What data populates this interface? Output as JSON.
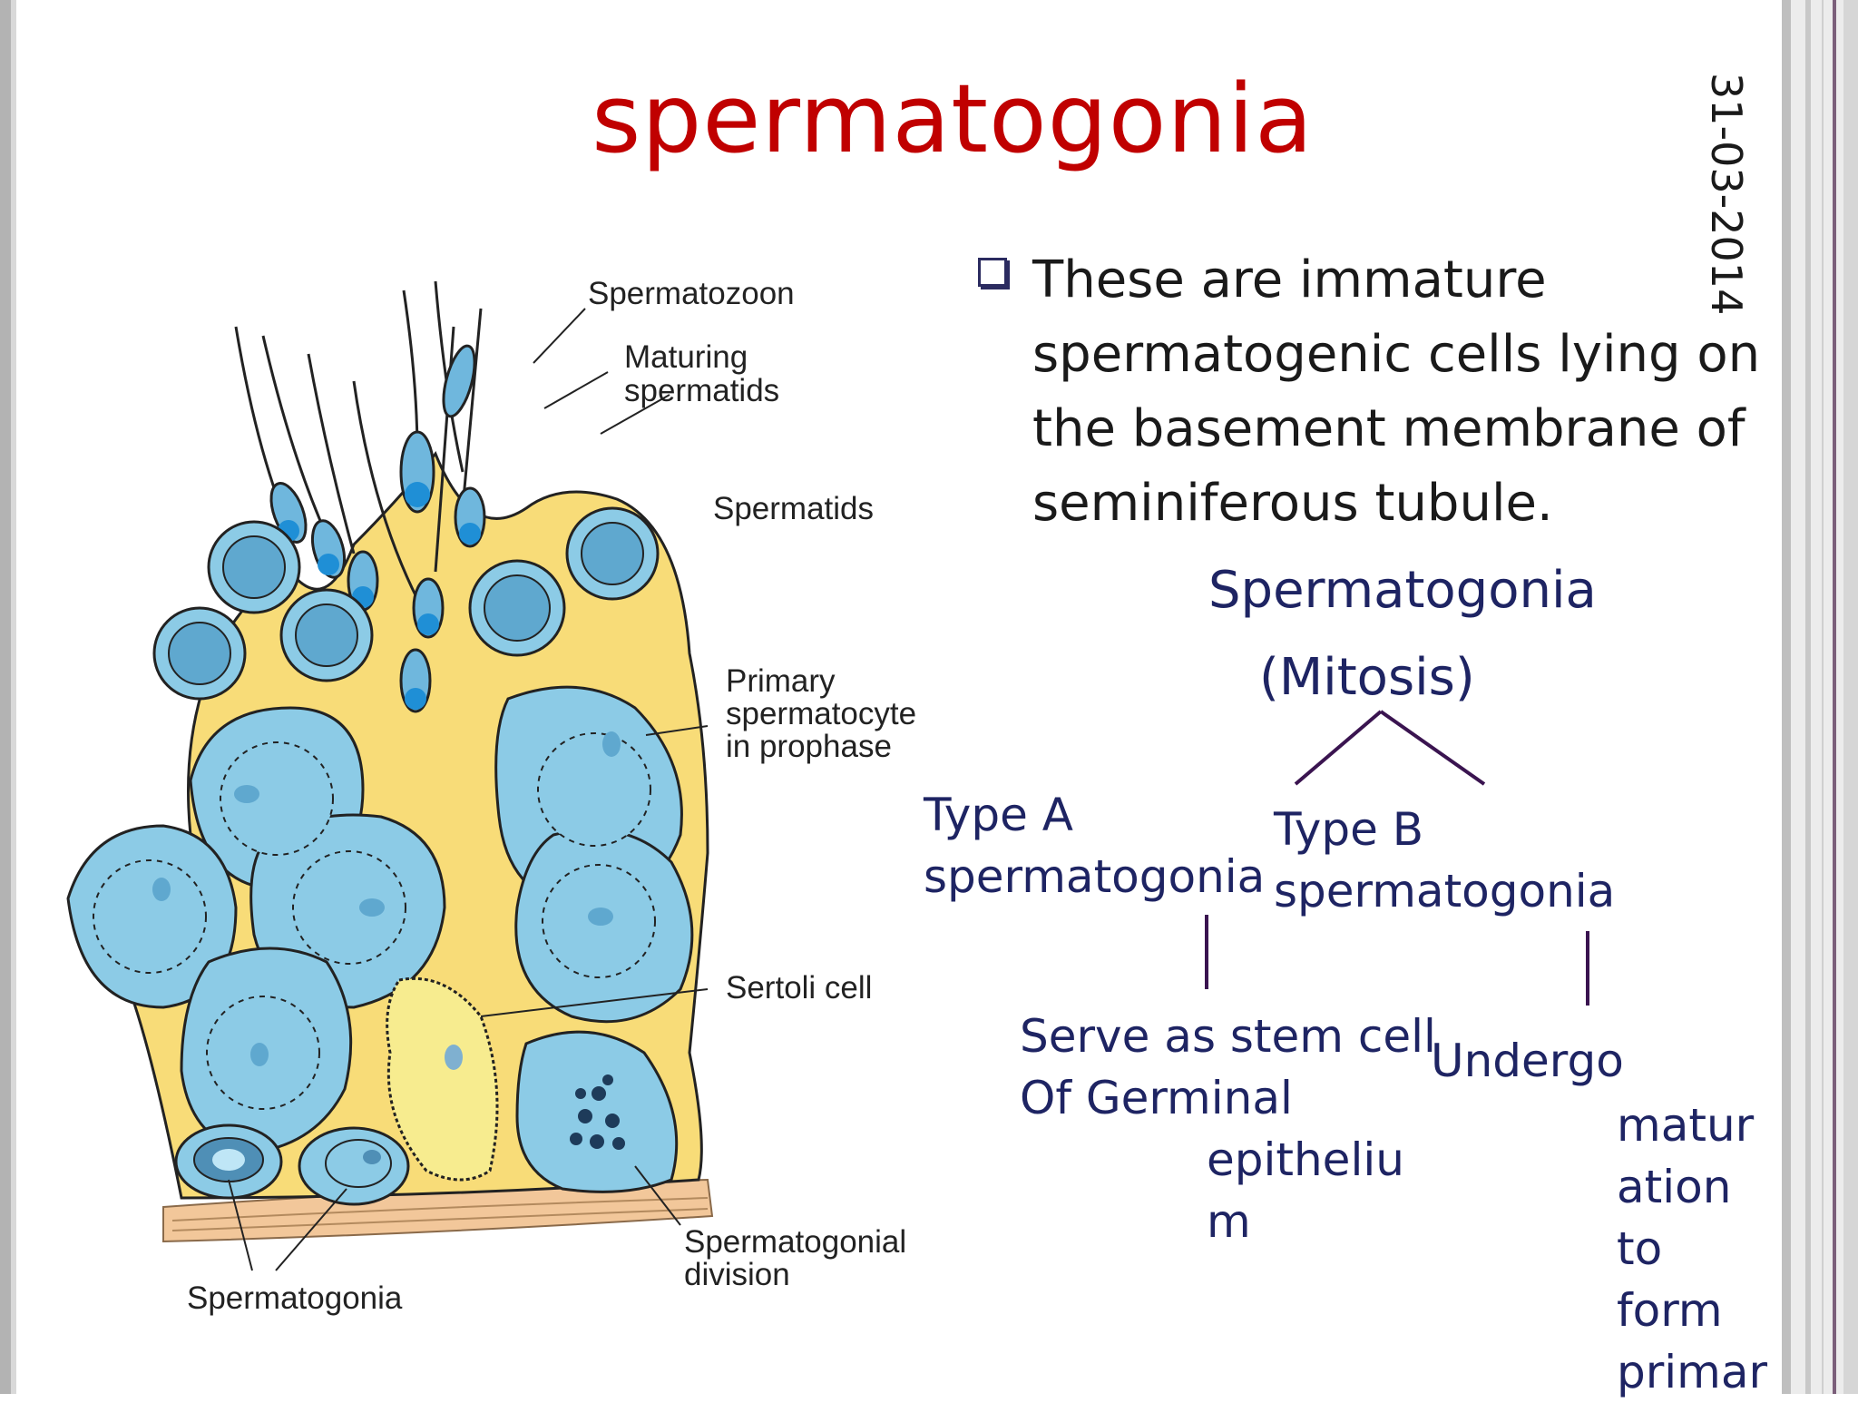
{
  "slide": {
    "title": "spermatogonia",
    "date": "31-03-2014",
    "bullet": "These are immature spermatogenic cells lying on the basement membrane of seminiferous tubule."
  },
  "diagram": {
    "labels": {
      "spermatozoon": "Spermatozoon",
      "maturing_1": "Maturing",
      "maturing_2": "spermatids",
      "spermatids": "Spermatids",
      "primary_1": "Primary",
      "primary_2": "spermatocyte",
      "primary_3": "in prophase",
      "sertoli": "Sertoli cell",
      "division_1": "Spermatogonial",
      "division_2": "division",
      "spermatogonia": "Spermatogonia"
    }
  },
  "tree": {
    "root": "Spermatogonia",
    "process": "(Mitosis)",
    "type_a": [
      "Type A",
      "spermatogonia"
    ],
    "type_b": [
      "Type B",
      "spermatogonia"
    ],
    "stem": [
      "Serve as stem cell",
      "Of Germinal",
      "epitheliu",
      "m"
    ],
    "undergo": "Undergo",
    "maturation": [
      "matur",
      "ation",
      "to",
      "form",
      "primar"
    ]
  },
  "colors": {
    "title": "#c00000",
    "tree_text": "#1e2463",
    "connector": "#3a1450",
    "cell_fill": "#8ccbe6",
    "cytoplasm": "#f8dc78"
  }
}
